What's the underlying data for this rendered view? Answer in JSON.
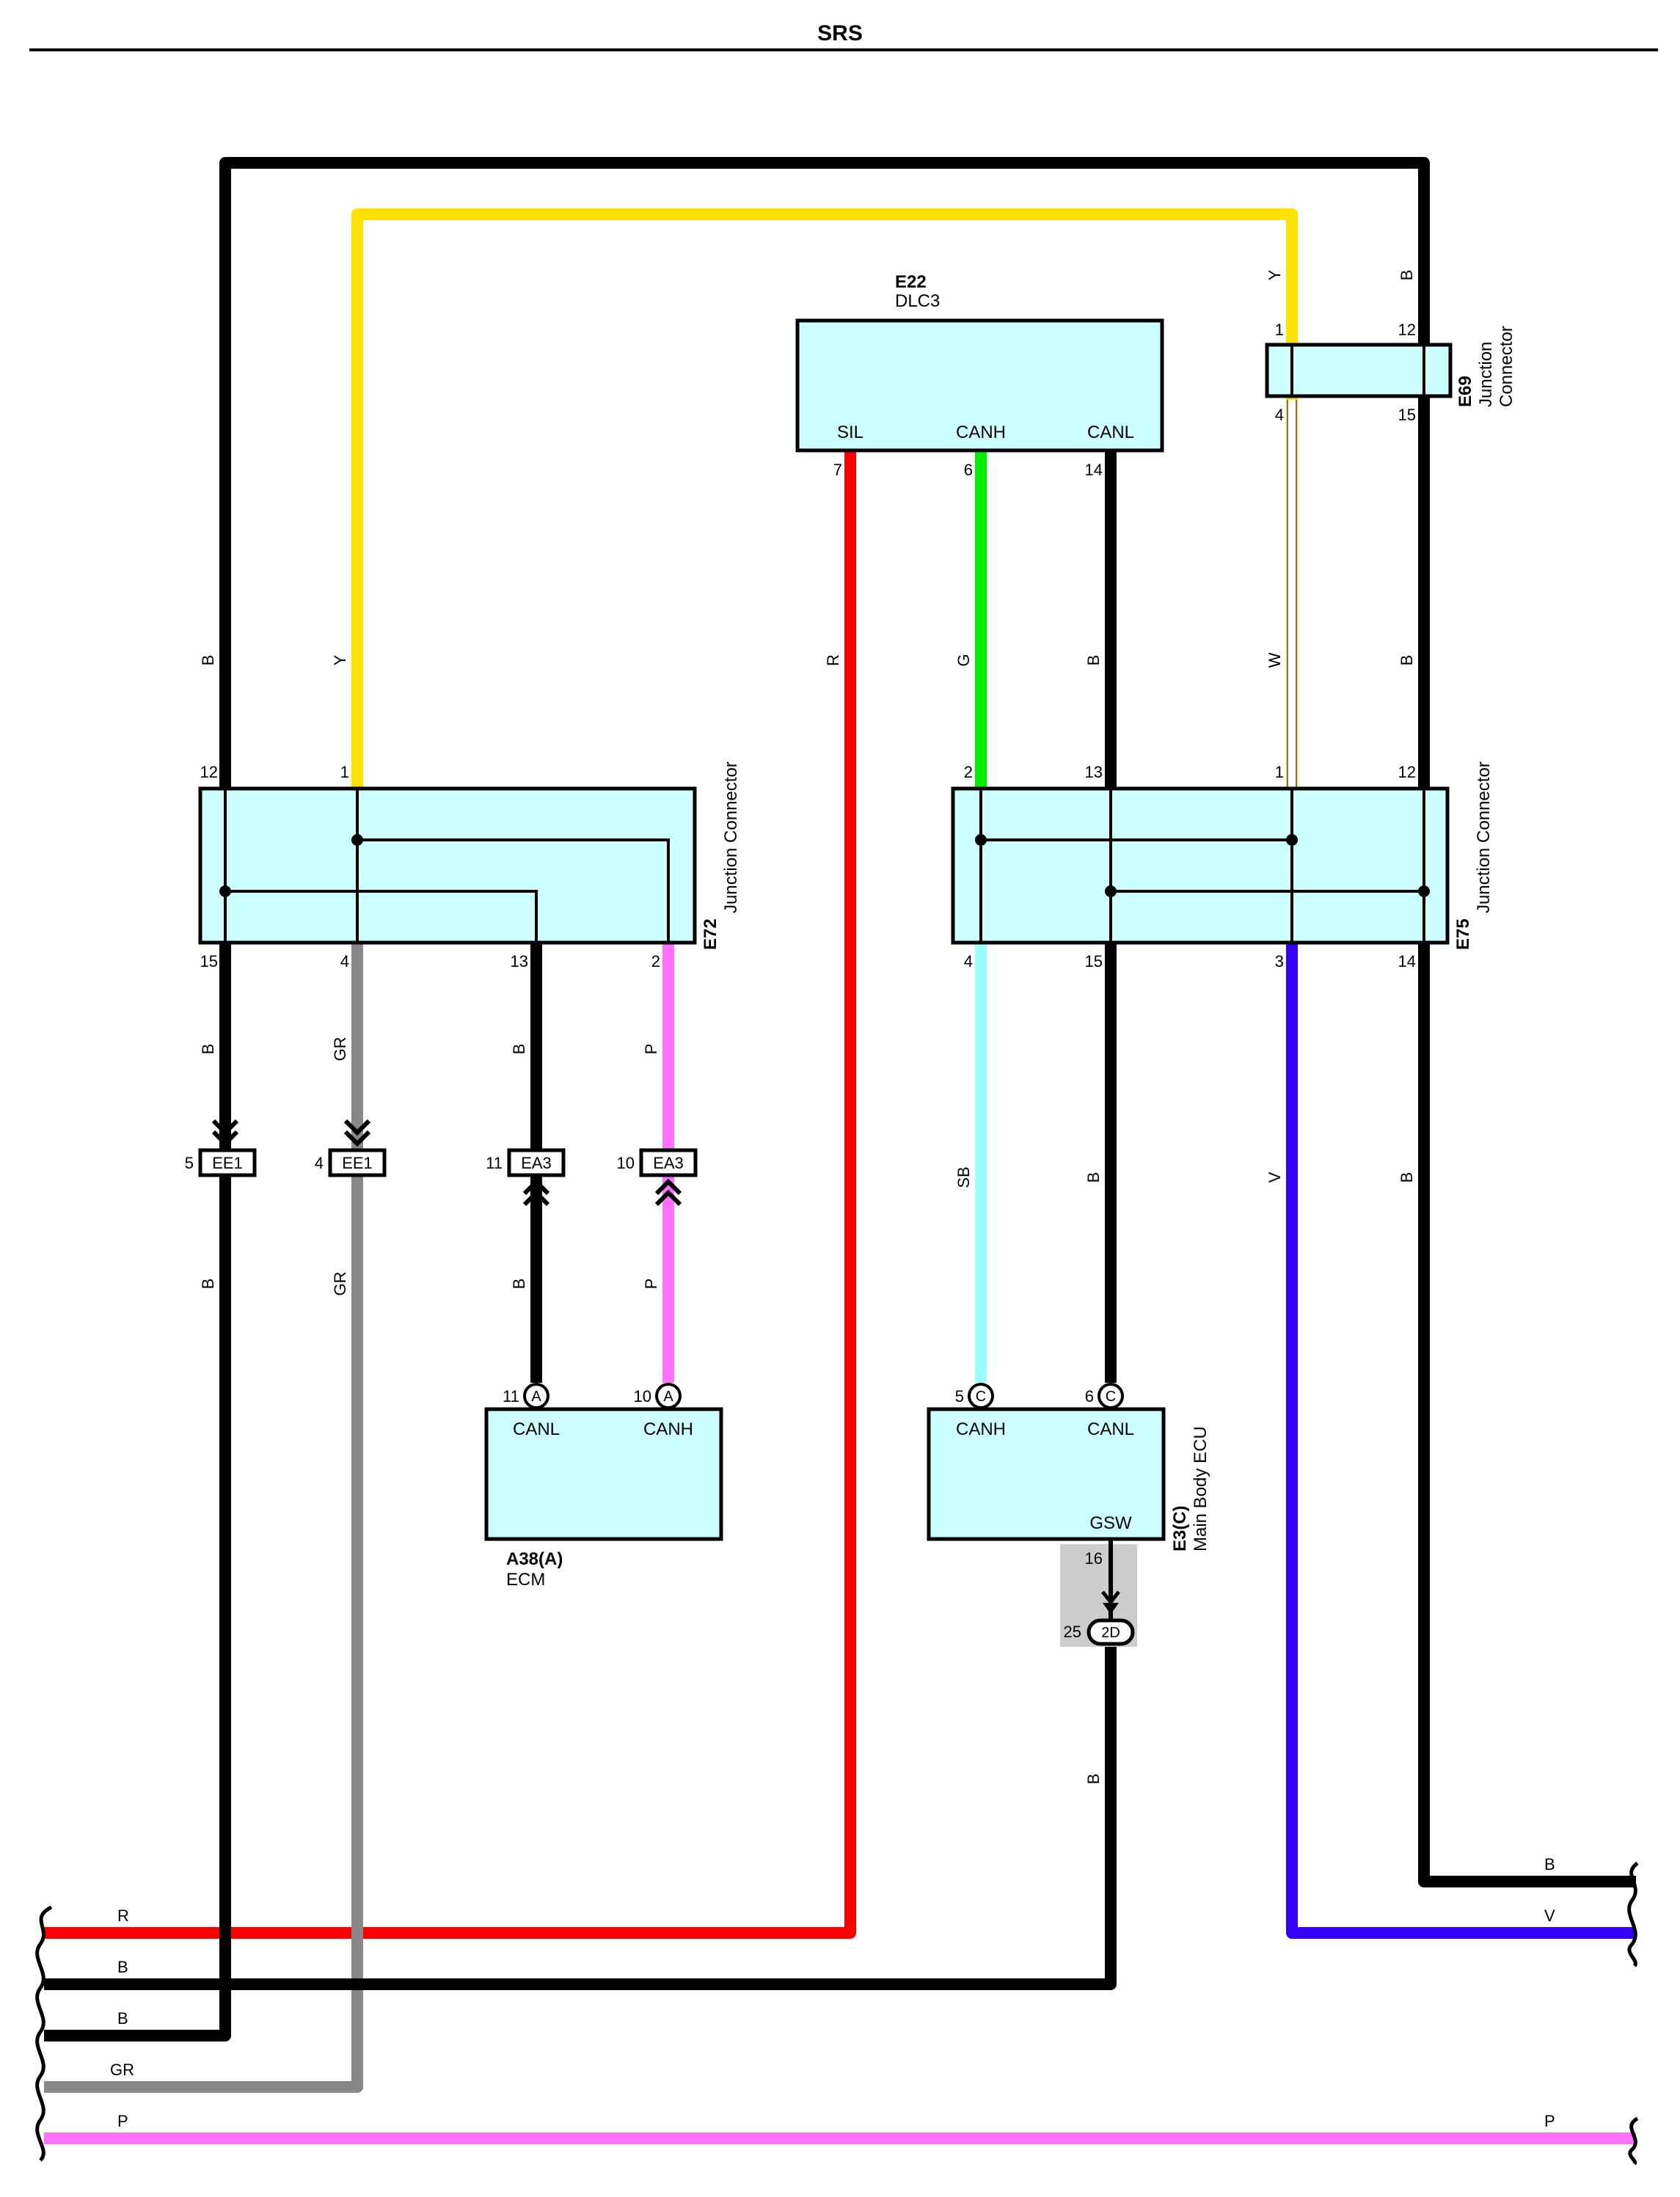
{
  "title": "SRS",
  "colors": {
    "B": "#000000",
    "Y": "#ffe100",
    "R": "#ff0000",
    "G": "#00ee00",
    "W": "#ffffff",
    "GR": "#888888",
    "P": "#ff70ff",
    "SB": "#99ffff",
    "V": "#3300ff",
    "box_fill": "#ccffff",
    "splice_gray": "#cccccc"
  },
  "components": {
    "e22": {
      "id": "E22",
      "name": "DLC3",
      "terminals": [
        "SIL",
        "CANH",
        "CANL"
      ],
      "pins": [
        "7",
        "6",
        "14"
      ]
    },
    "e69": {
      "id": "E69",
      "name_line1": "Junction",
      "name_line2": "Connector",
      "pins_top": [
        "1",
        "12"
      ],
      "pins_bottom": [
        "4",
        "15"
      ]
    },
    "e72": {
      "id": "E72",
      "name": "Junction Connector",
      "pins_top": [
        "12",
        "1"
      ],
      "pins_bottom": [
        "15",
        "4",
        "13",
        "2"
      ]
    },
    "e75": {
      "id": "E75",
      "name": "Junction Connector",
      "pins_top": [
        "2",
        "13",
        "1",
        "12"
      ],
      "pins_bottom": [
        "4",
        "15",
        "3",
        "14"
      ]
    },
    "a38": {
      "id": "A38(A)",
      "name": "ECM",
      "terminals": [
        "CANL",
        "CANH"
      ],
      "pins": [
        "11",
        "10"
      ],
      "conn_letter": "A"
    },
    "e3": {
      "id": "E3(C)",
      "name": "Main Body ECU",
      "terminals": [
        "CANH",
        "CANL",
        "GSW"
      ],
      "pins": [
        "5",
        "6"
      ],
      "conn_letter": "C",
      "gsw_pin": "16"
    }
  },
  "inline_connectors": [
    {
      "pin": "5",
      "label": "EE1"
    },
    {
      "pin": "4",
      "label": "EE1"
    },
    {
      "pin": "11",
      "label": "EA3"
    },
    {
      "pin": "10",
      "label": "EA3"
    }
  ],
  "junction_2d": {
    "pin": "25",
    "label": "2D"
  },
  "wire_labels": {
    "top_e69_y": "Y",
    "top_e69_b": "B",
    "left_b_upper": "B",
    "left_y_upper": "Y",
    "sil": "R",
    "canh": "G",
    "canl": "B",
    "w": "W",
    "right_b_upper": "B",
    "e72_b": "B",
    "e72_gr": "GR",
    "e72_b13": "B",
    "e72_p": "P",
    "ee1_b_lower": "B",
    "ee1_gr_lower": "GR",
    "ea3_b_lower": "B",
    "ea3_p_lower": "P",
    "sb": "SB",
    "e75_b": "B",
    "v": "V",
    "right_b_lower": "B",
    "gsw_b": "B"
  },
  "edge_labels": {
    "left": [
      "R",
      "B",
      "B",
      "GR",
      "P"
    ],
    "right": [
      "B",
      "V",
      "P"
    ]
  }
}
